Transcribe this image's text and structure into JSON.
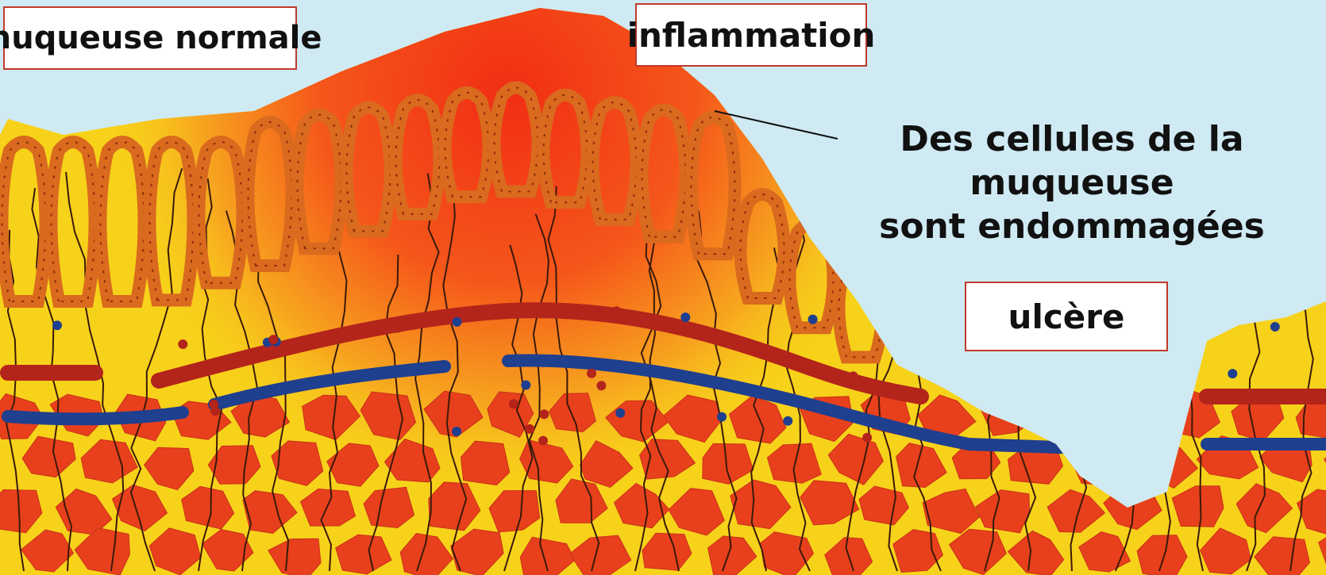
{
  "labels": {
    "normal": "muqueuse normale",
    "inflammation": "inflammation",
    "damaged_line1": "Des cellules de la muqueuse",
    "damaged_line2": "sont endommagées",
    "ulcer": "ulcère"
  },
  "colors": {
    "sky": "#cfeaf3",
    "submucosa": "#f7d21a",
    "muscle_cells": "#e8401c",
    "villi": "#d96a1e",
    "villi_stroke": "#8a2a0a",
    "artery": "#b3241a",
    "vein": "#1f3f8f",
    "inflamed_glow": "#f2391a",
    "vessels": "#3a1a0a",
    "label_border": "#c0392b"
  }
}
